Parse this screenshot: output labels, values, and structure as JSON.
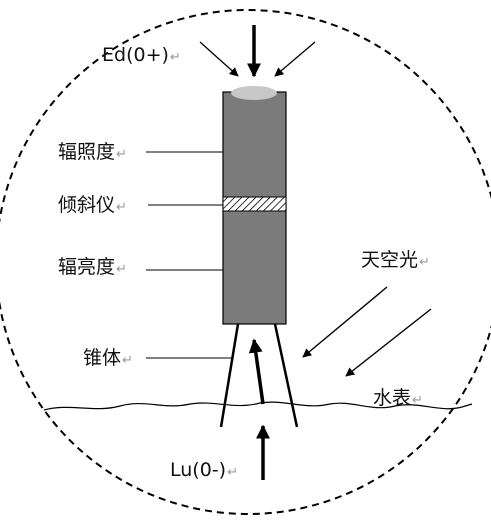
{
  "labels": {
    "ed": "Ed(0+)",
    "irradiance": "辐照度",
    "inclinometer": "倾斜仪",
    "radiance": "辐亮度",
    "cone": "锥体",
    "skylight": "天空光",
    "water_surface": "水表",
    "lu": "Lu(0-)",
    "return_mark": "↵"
  },
  "colors": {
    "instrument_body": "#7b7b7b",
    "sensor_cap": "#c7c7c7",
    "stroke": "#000000"
  }
}
